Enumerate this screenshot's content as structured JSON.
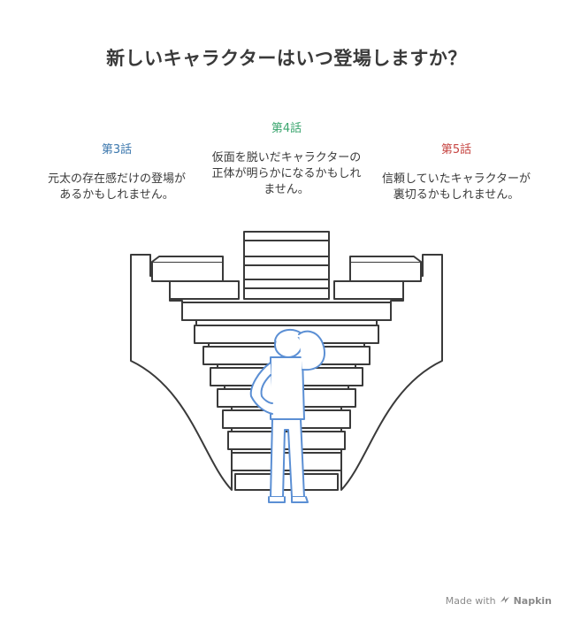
{
  "title": "新しいキャラクターはいつ登場しますか？",
  "episodes": [
    {
      "label": "第3話",
      "text": "元太の存在感だけの登場があるかもしれません。",
      "color": "#3b77ad"
    },
    {
      "label": "第4話",
      "text": "仮面を脱いだキャラクターの正体が明らかになるかもしれません。",
      "color": "#3aa56e"
    },
    {
      "label": "第5話",
      "text": "信頼していたキャラクターが裏切るかもしれません。",
      "color": "#c64542"
    }
  ],
  "figure_color": "#5b8fd4",
  "footer": {
    "made_with": "Made with",
    "brand": "Napkin",
    "icon": "napkin-logo-icon"
  }
}
